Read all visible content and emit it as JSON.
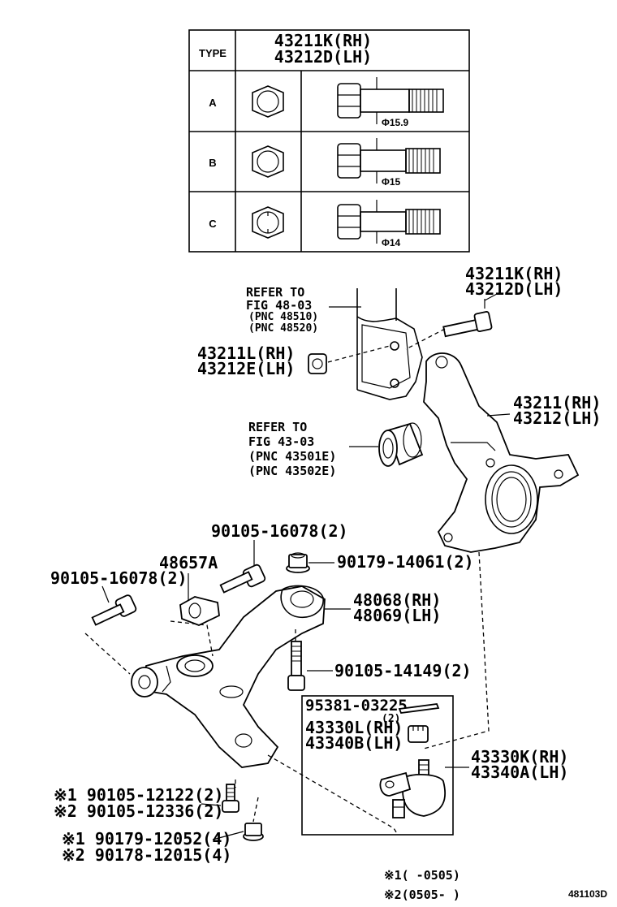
{
  "table": {
    "header_type": "TYPE",
    "header_part_1": "43211K(RH)",
    "header_part_2": "43212D(LH)",
    "rows": [
      {
        "type": "A",
        "diameter": "Φ15.9"
      },
      {
        "type": "B",
        "diameter": "Φ15"
      },
      {
        "type": "C",
        "diameter": "Φ14"
      }
    ]
  },
  "labels": {
    "strut_ref_1": "REFER TO",
    "strut_ref_2": "FIG 48-03",
    "strut_ref_3": "(PNC 48510)",
    "strut_ref_4": "(PNC 48520)",
    "bolt_top_1": "43211K(RH)",
    "bolt_top_2": "43212D(LH)",
    "nut_1": "43211L(RH)",
    "nut_2": "43212E(LH)",
    "knuckle_1": "43211(RH)",
    "knuckle_2": "43212(LH)",
    "bearing_ref_1": "REFER TO",
    "bearing_ref_2": "FIG 43-03",
    "bearing_ref_3": "(PNC 43501E)",
    "bearing_ref_4": "(PNC 43502E)",
    "bolt_a": "90105-16078(2)",
    "bolt_b": "90105-16078(2)",
    "bracket": "48657A",
    "nut_top": "90179-14061(2)",
    "arm_1": "48068(RH)",
    "arm_2": "48069(LH)",
    "bolt_c": "90105-14149(2)",
    "pin": "95381-03225",
    "pin_qty": "(2)",
    "ballnut_1": "43330L(RH)",
    "ballnut_2": "43340B(LH)",
    "balljoint_1": "43330K(RH)",
    "balljoint_2": "43340A(LH)",
    "bolt_d1": "※1 90105-12122(2)",
    "bolt_d2": "※2 90105-12336(2)",
    "nut_d1": "※1 90179-12052(4)",
    "nut_d2": "※2 90178-12015(4)",
    "note_1": "※1(   -0505)",
    "note_2": "※2(0505-   )",
    "figure_id": "481103D"
  }
}
